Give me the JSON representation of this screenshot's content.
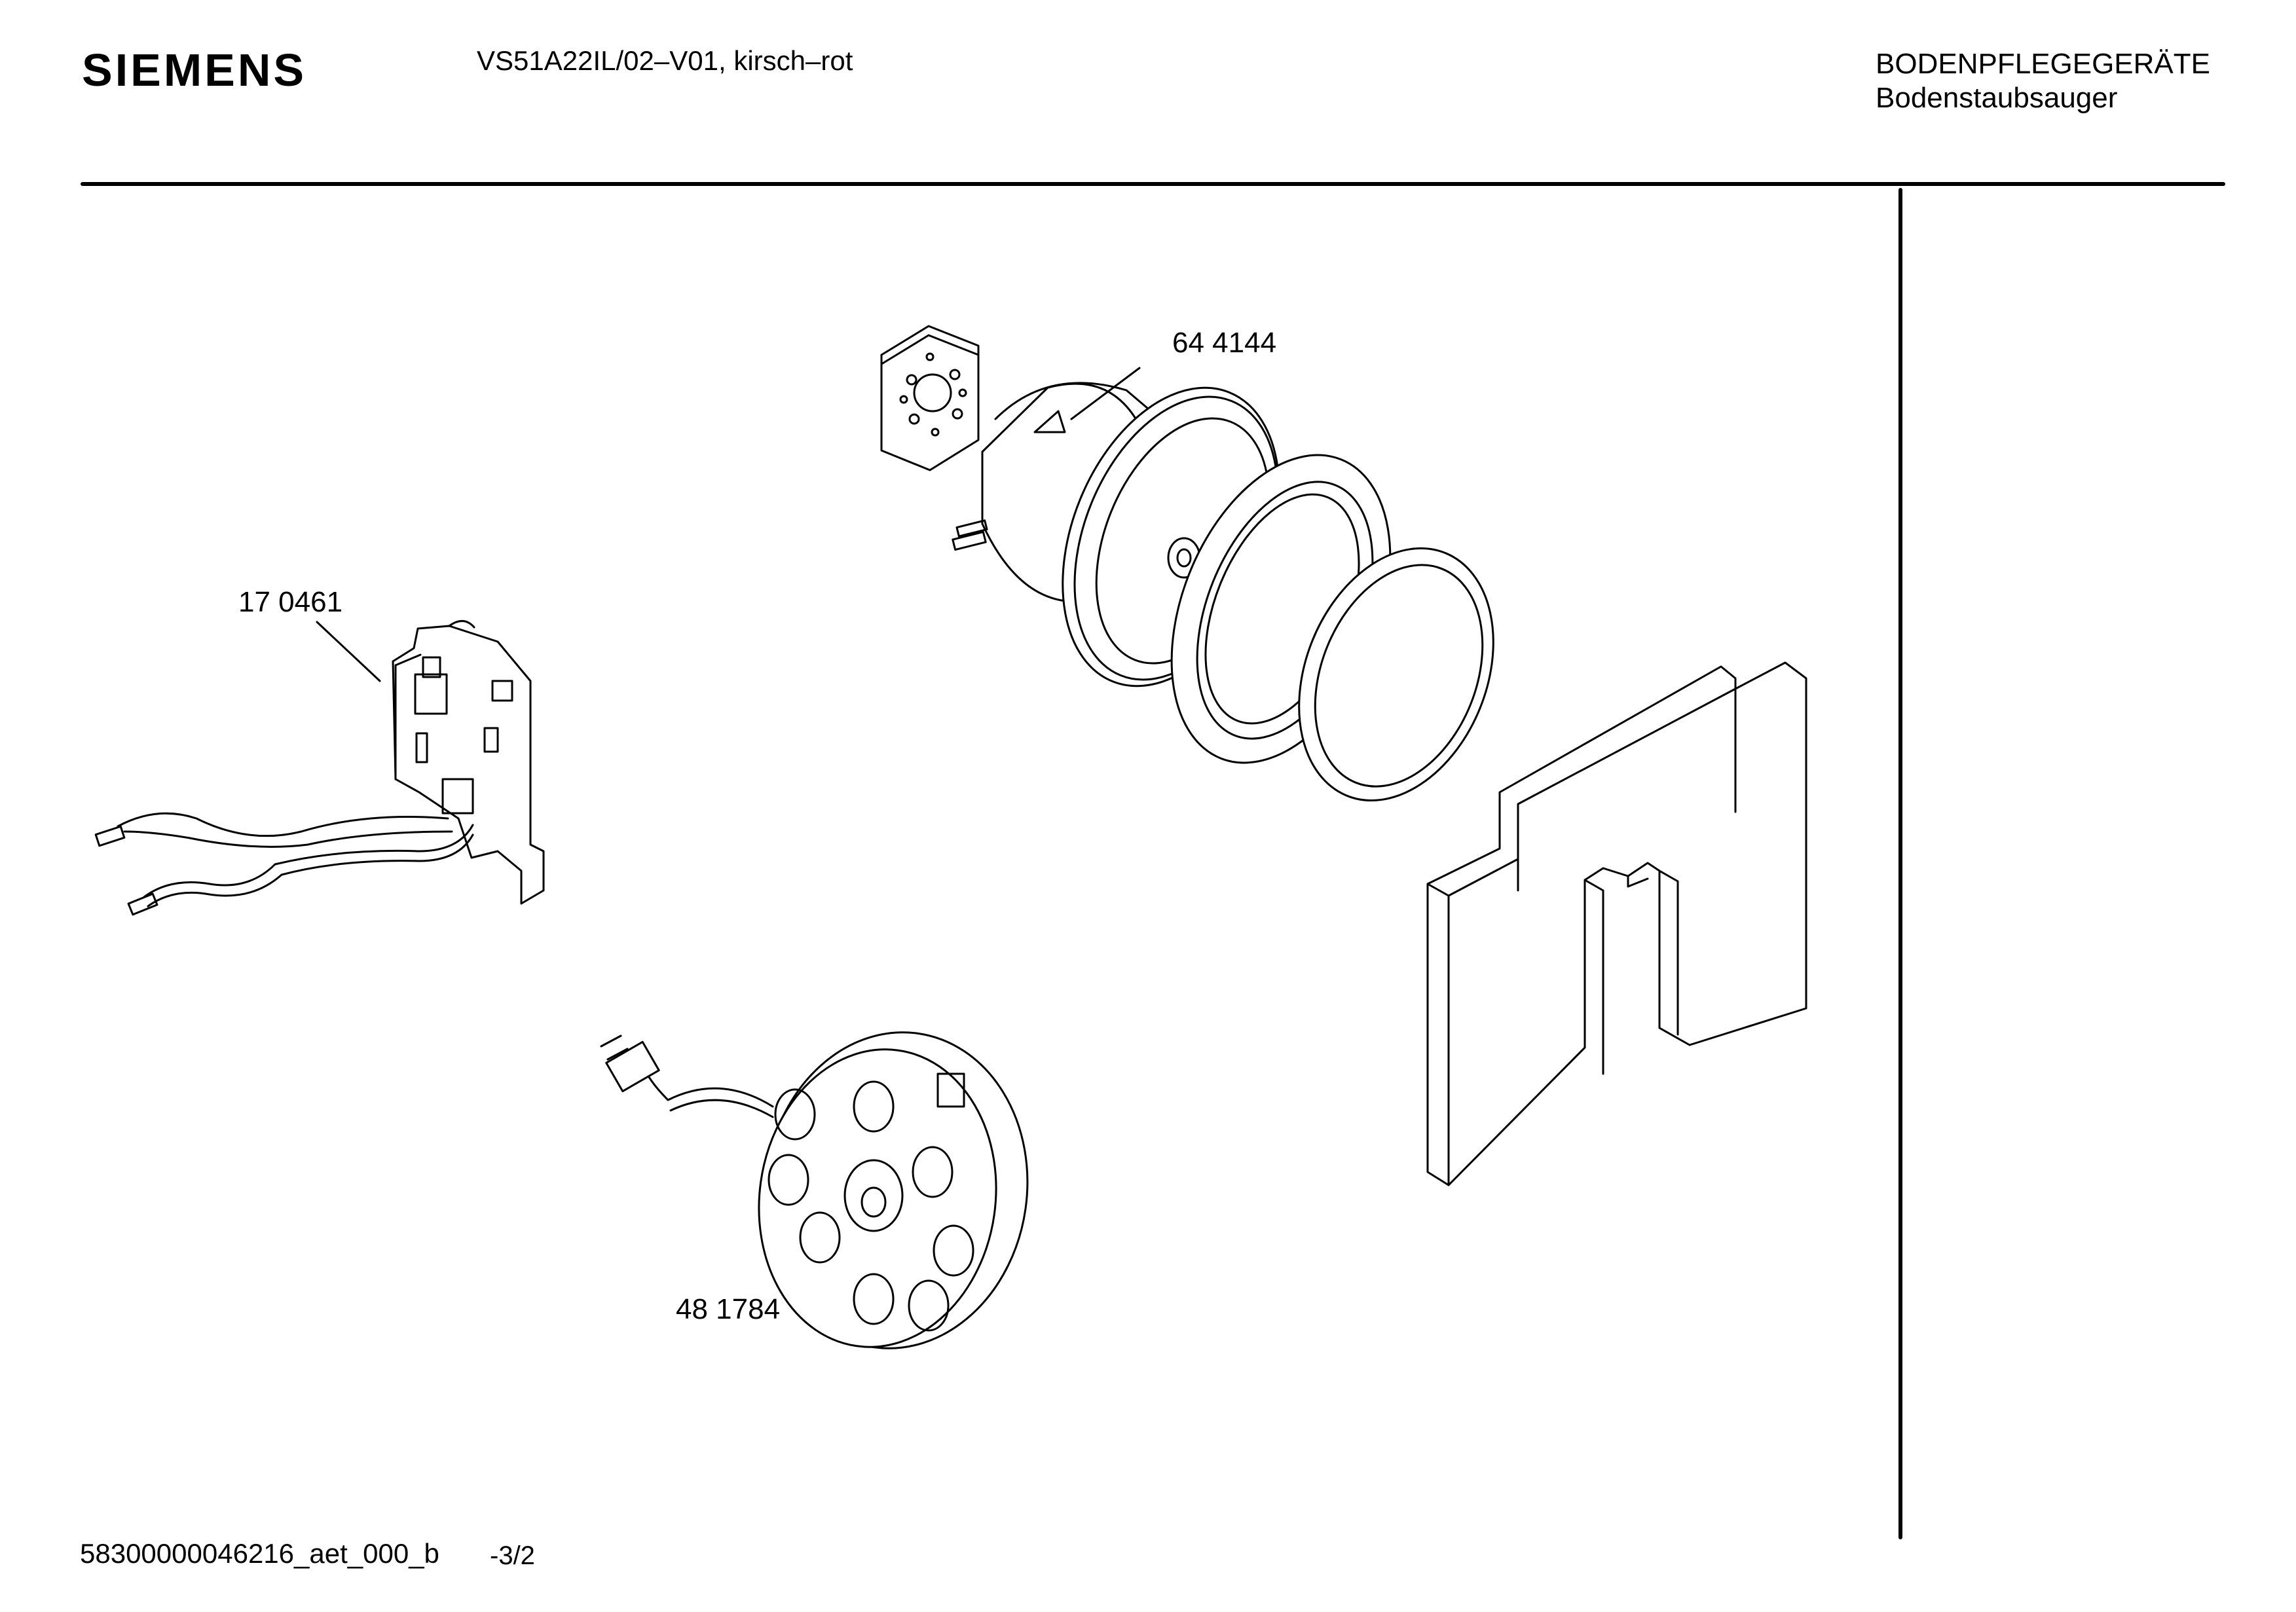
{
  "header": {
    "brand": "SIEMENS",
    "model": "VS51A22IL/02–V01, kirsch–rot",
    "category_line1": "BODENPFLEGEGERÄTE",
    "category_line2": "Bodenstaubsauger"
  },
  "parts": [
    {
      "id": "motor",
      "number": "64 4144"
    },
    {
      "id": "switch",
      "number": "17 0461"
    },
    {
      "id": "cable-reel",
      "number": "48 1784"
    }
  ],
  "footer": {
    "document_id": "58300000046216_aet_000_b",
    "page": "-3/2"
  },
  "colors": {
    "line": "#000000",
    "background": "#ffffff"
  }
}
